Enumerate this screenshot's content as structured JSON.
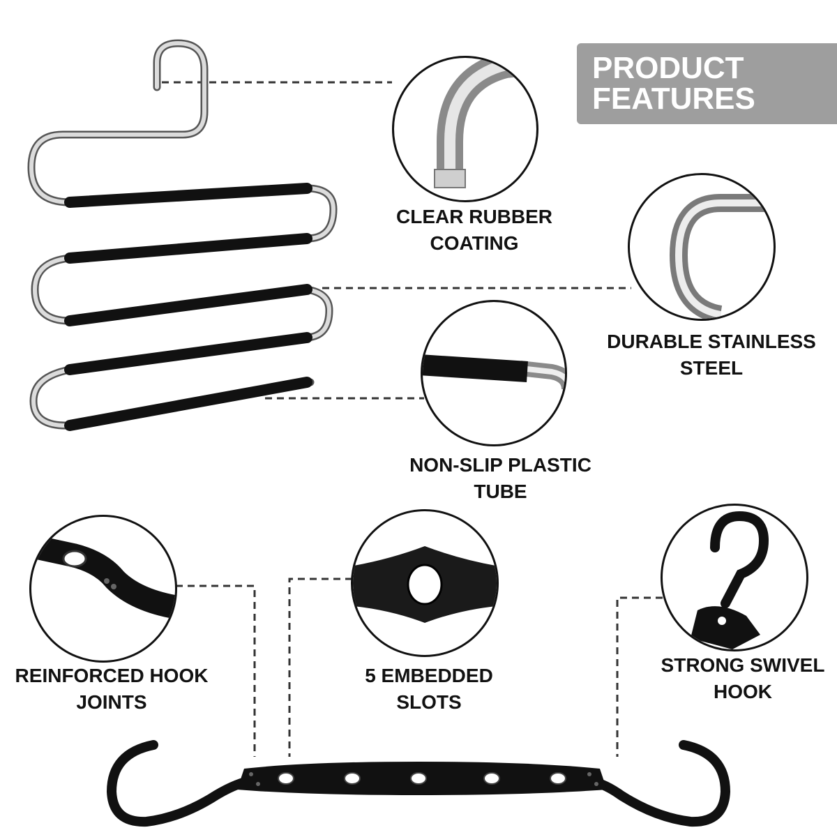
{
  "banner": {
    "line1": "PRODUCT",
    "line2": "FEATURES"
  },
  "features": {
    "rubber_coating": {
      "line1": "CLEAR RUBBER",
      "line2": "COATING",
      "icon": "hanger-tip-icon"
    },
    "stainless_steel": {
      "line1": "DURABLE STAINLESS",
      "line2": "STEEL",
      "icon": "steel-bend-icon"
    },
    "plastic_tube": {
      "line1": "NON-SLIP PLASTIC",
      "line2": "TUBE",
      "icon": "tube-end-icon"
    },
    "hook_joints": {
      "line1": "REINFORCED HOOK",
      "line2": "JOINTS",
      "icon": "hook-joint-icon"
    },
    "embedded_slots": {
      "line1": "5 EMBEDDED",
      "line2": "SLOTS",
      "icon": "slot-icon"
    },
    "swivel_hook": {
      "line1": "STRONG SWIVEL",
      "line2": "HOOK",
      "icon": "swivel-hook-icon"
    }
  },
  "colors": {
    "banner": "#9e9e9e",
    "text": "#111111",
    "steel": "#c8c8c8",
    "rubber": "#111111"
  }
}
